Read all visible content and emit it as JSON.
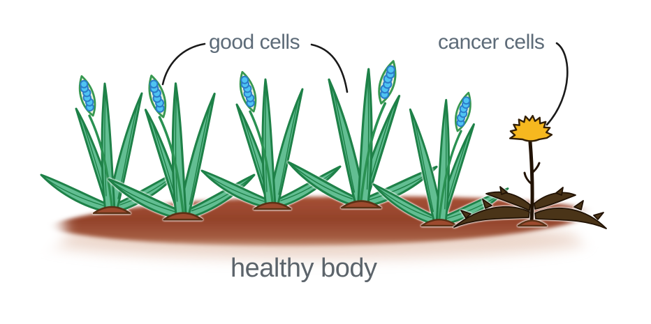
{
  "scene": {
    "title": "healthy body",
    "annotations": {
      "good_cells": "good cells",
      "cancer_cells": "cancer cells"
    },
    "counts": {
      "good_cell_plants": 5,
      "cancer_cell_plants": 1
    },
    "colors": {
      "background": "#ffffff",
      "leaf": "#62be92",
      "leaf_outline": "#1e8148",
      "stem": "#2a9152",
      "spathe": "#e6f0da",
      "spathe_outline": "#379850",
      "spadix": "#4fc4f2",
      "spadix_outline": "#2b7cc9",
      "soil_top": "#a65036",
      "soil_mid": "#93422a",
      "soil_low": "#cea28b",
      "mound": "#9c4a2e",
      "mound_outline": "#5b3115",
      "weed": "#4a3418",
      "weed_outline": "#211204",
      "weed_flower": "#f6b81f",
      "weed_flower_outline": "#332008",
      "annotation_line": "#1a1a1a",
      "label_text": "#5d6b78",
      "title_text": "#5c646b"
    }
  }
}
